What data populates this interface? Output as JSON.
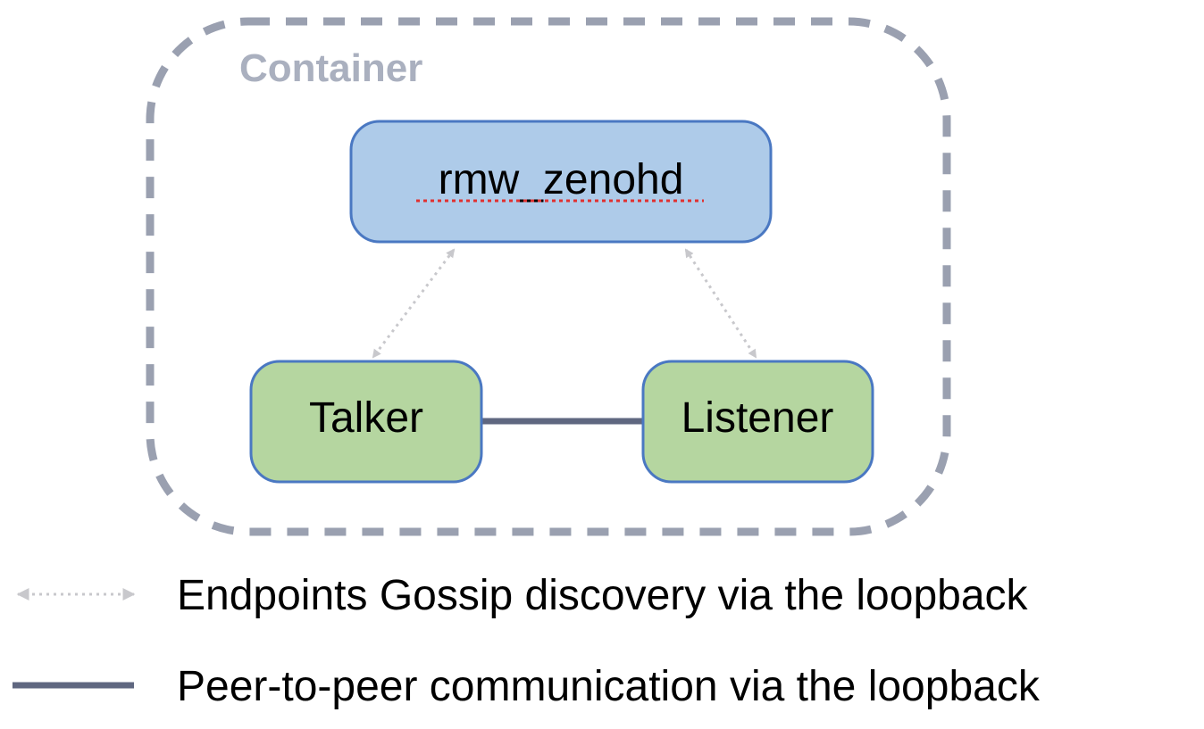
{
  "container": {
    "title": "Container"
  },
  "nodes": {
    "router": {
      "label": "rmw_zenohd"
    },
    "talker": {
      "label": "Talker"
    },
    "listener": {
      "label": "Listener"
    }
  },
  "legend": {
    "gossip": {
      "label": "Endpoints Gossip discovery via the loopback"
    },
    "p2p": {
      "label": "Peer-to-peer communication via the loopback"
    }
  },
  "colors": {
    "container_border": "#9aa0b0",
    "router_fill": "#aecbe9",
    "router_border": "#4a78c2",
    "peer_fill": "#b5d6a0",
    "peer_border": "#4a78c2",
    "p2p_line": "#5f6780",
    "gossip_line": "#c8c8cc",
    "spellcheck_underline": "#e03030"
  }
}
